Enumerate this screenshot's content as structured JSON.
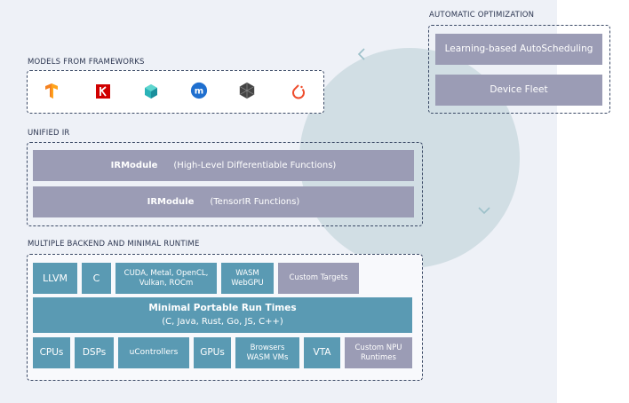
{
  "sections": {
    "auto_opt": "AUTOMATIC OPTIMIZATION",
    "models": "MODELS FROM FRAMEWORKS",
    "unified_ir": "UNIFIED IR",
    "backend": "MULTIPLE BACKEND AND MINIMAL RUNTIME"
  },
  "auto_opt": {
    "learning": "Learning-based AutoScheduling",
    "fleet": "Device Fleet"
  },
  "frameworks": [
    "tensorflow-icon",
    "keras-icon",
    "coreml-icon",
    "mxnet-icon",
    "onnx-icon",
    "pytorch-icon"
  ],
  "ir": {
    "row1_strong": "IRModule",
    "row1_text": "(High-Level Differentiable Functions)",
    "row2_strong": "IRModule",
    "row2_text": "(TensorIR Functions)"
  },
  "backend": {
    "llvm": "LLVM",
    "c": "C",
    "cuda_line1": "CUDA, Metal, OpenCL,",
    "cuda_line2": "Vulkan, ROCm",
    "wasm_line1": "WASM",
    "wasm_line2": "WebGPU",
    "custom_targets": "Custom Targets",
    "runtime_title": "Minimal Portable Run Times",
    "runtime_langs": "(C, Java, Rust, Go, JS, C++)",
    "cpus": "CPUs",
    "dsps": "DSPs",
    "ucontrollers": "uControllers",
    "gpus": "GPUs",
    "browsers_line1": "Browsers",
    "browsers_line2": "WASM VMs",
    "vta": "VTA",
    "npu_line1": "Custom NPU",
    "npu_line2": "Runtimes"
  },
  "colors": {
    "grey_box": "#9b9cb5",
    "blue_box": "#5a9ab3",
    "circle": "#cbdbe1",
    "panel": "#eef1f7"
  }
}
